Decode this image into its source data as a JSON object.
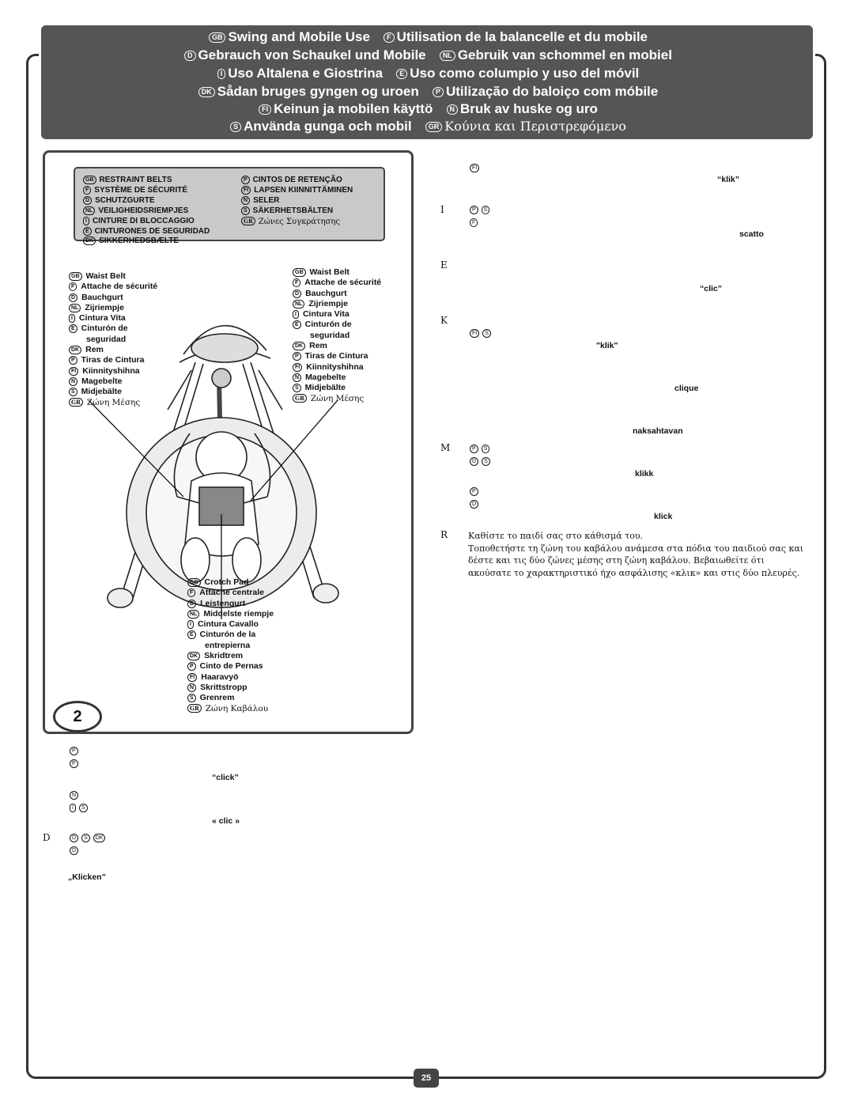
{
  "header": {
    "lines": [
      [
        {
          "code": "GB",
          "text": "Swing and Mobile Use"
        },
        {
          "code": "F",
          "text": "Utilisation de la balancelle et du mobile"
        }
      ],
      [
        {
          "code": "D",
          "text": "Gebrauch von Schaukel und Mobile"
        },
        {
          "code": "NL",
          "text": "Gebruik van schommel en mobiel"
        }
      ],
      [
        {
          "code": "I",
          "text": "Uso Altalena e Giostrina"
        },
        {
          "code": "E",
          "text": "Uso como columpio y uso del móvil"
        }
      ],
      [
        {
          "code": "DK",
          "text": "Sådan bruges gyngen og uroen"
        },
        {
          "code": "P",
          "text": "Utilização do baloiço com móbile"
        }
      ],
      [
        {
          "code": "FI",
          "text": "Keinun ja mobilen käyttö"
        },
        {
          "code": "N",
          "text": "Bruk av huske og uro"
        }
      ],
      [
        {
          "code": "S",
          "text": "Använda gunga och mobil"
        },
        {
          "code": "GR",
          "text": "Κούνια και Περιστρεφόμενο"
        }
      ]
    ]
  },
  "legend": {
    "left": [
      {
        "code": "GB",
        "text": "RESTRAINT BELTS"
      },
      {
        "code": "F",
        "text": "SYSTÈME DE SÉCURITÉ"
      },
      {
        "code": "D",
        "text": "SCHUTZGURTE"
      },
      {
        "code": "NL",
        "text": "VEILIGHEIDSRIEMPJES"
      },
      {
        "code": "I",
        "text": "CINTURE DI BLOCCAGGIO"
      },
      {
        "code": "E",
        "text": "CINTURONES DE SEGURIDAD"
      },
      {
        "code": "DK",
        "text": "SIKKERHEDSBÆLTE"
      }
    ],
    "right": [
      {
        "code": "P",
        "text": "CINTOS DE RETENÇÃO"
      },
      {
        "code": "FI",
        "text": "LAPSEN KIINNITTÄMINEN"
      },
      {
        "code": "N",
        "text": "SELER"
      },
      {
        "code": "S",
        "text": "SÄKERHETSBÄLTEN"
      },
      {
        "code": "GR",
        "text": "Ζώνες Συγκράτησης"
      }
    ]
  },
  "waist_belt_left": [
    {
      "code": "GB",
      "text": "Waist Belt"
    },
    {
      "code": "F",
      "text": "Attache de sécurité"
    },
    {
      "code": "D",
      "text": "Bauchgurt"
    },
    {
      "code": "NL",
      "text": "Zijriempje"
    },
    {
      "code": "I",
      "text": "Cintura Vita"
    },
    {
      "code": "E",
      "text": "Cinturón de"
    },
    {
      "code": "",
      "text": "seguridad"
    },
    {
      "code": "DK",
      "text": "Rem"
    },
    {
      "code": "P",
      "text": "Tiras de Cintura"
    },
    {
      "code": "FI",
      "text": "Kiinnityshihna"
    },
    {
      "code": "N",
      "text": "Magebelte"
    },
    {
      "code": "S",
      "text": "Midjebälte"
    },
    {
      "code": "GR",
      "text": "Ζώνη Μέσης"
    }
  ],
  "waist_belt_right": [
    {
      "code": "GB",
      "text": "Waist Belt"
    },
    {
      "code": "F",
      "text": "Attache de sécurité"
    },
    {
      "code": "D",
      "text": "Bauchgurt"
    },
    {
      "code": "NL",
      "text": "Zijriempje"
    },
    {
      "code": "I",
      "text": "Cintura Vita"
    },
    {
      "code": "E",
      "text": "Cinturón de"
    },
    {
      "code": "",
      "text": "seguridad"
    },
    {
      "code": "DK",
      "text": "Rem"
    },
    {
      "code": "P",
      "text": "Tiras de Cintura"
    },
    {
      "code": "FI",
      "text": "Kiinnityshihna"
    },
    {
      "code": "N",
      "text": "Magebelte"
    },
    {
      "code": "S",
      "text": "Midjebälte"
    },
    {
      "code": "GR",
      "text": "Ζώνη Μέσης"
    }
  ],
  "crotch_pad": [
    {
      "code": "GB",
      "text": "Crotch Pad"
    },
    {
      "code": "F",
      "text": "Attache centrale"
    },
    {
      "code": "D",
      "text": "Leistengurt"
    },
    {
      "code": "NL",
      "text": "Middelste riempje"
    },
    {
      "code": "I",
      "text": "Cintura Cavallo"
    },
    {
      "code": "E",
      "text": "Cinturón de la"
    },
    {
      "code": "",
      "text": "entrepierna"
    },
    {
      "code": "DK",
      "text": "Skridtrem"
    },
    {
      "code": "P",
      "text": "Cinto de Pernas"
    },
    {
      "code": "FI",
      "text": "Haaravyö"
    },
    {
      "code": "N",
      "text": "Skrittstropp"
    },
    {
      "code": "S",
      "text": "Grenrem"
    },
    {
      "code": "GR",
      "text": "Ζώνη Καβάλου"
    }
  ],
  "step_number": "2",
  "page_number": "25",
  "section_letters": [
    "I",
    "E",
    "K",
    "M",
    "R",
    "D"
  ],
  "click_words": {
    "nl": "“klik”",
    "it": "scatto",
    "es": "“clic”",
    "dk": "\"klik\"",
    "p": "clique",
    "fi": "naksahtavan",
    "n": "klikk",
    "s": "klick",
    "gb": "“click”",
    "f": "« clic »",
    "d": "„Klicken”"
  },
  "greek_text": {
    "line1": "Καθίστε το παιδί σας στο κάθισμά του.",
    "line2": "Τοποθετήστε τη ζώνη του καβάλου ανάμεσα στα πόδια του παιδιού σας και δέστε και τις δύο ζώνες μέσης στη ζώνη καβάλου. Βεβαιωθείτε ότι ακούσατε το χαρακτηριστικό ήχο ασφάλισης «κλικ» και στις δύο πλευρές."
  },
  "colors": {
    "header_bg": "#555555",
    "legend_bg": "#c9c9c9",
    "frame": "#333333"
  }
}
